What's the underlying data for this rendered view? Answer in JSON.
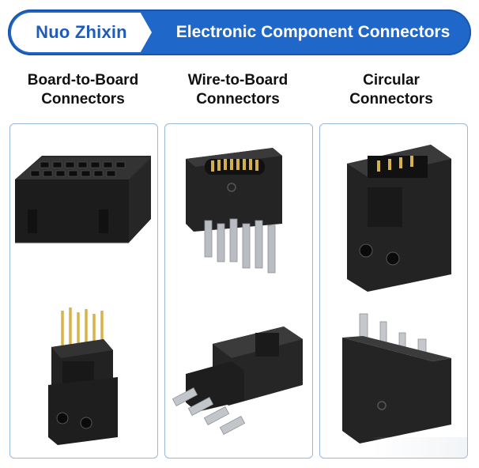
{
  "banner": {
    "brand": "Nuo Zhixin",
    "title": "Electronic Component Connectors",
    "accent_color": "#1f67c8"
  },
  "columns": [
    {
      "title_line1": "Board-to-Board",
      "title_line2": "Connectors"
    },
    {
      "title_line1": "Wire-to-Board",
      "title_line2": "Connectors"
    },
    {
      "title_line1": "Circular",
      "title_line2": "Connectors"
    }
  ]
}
